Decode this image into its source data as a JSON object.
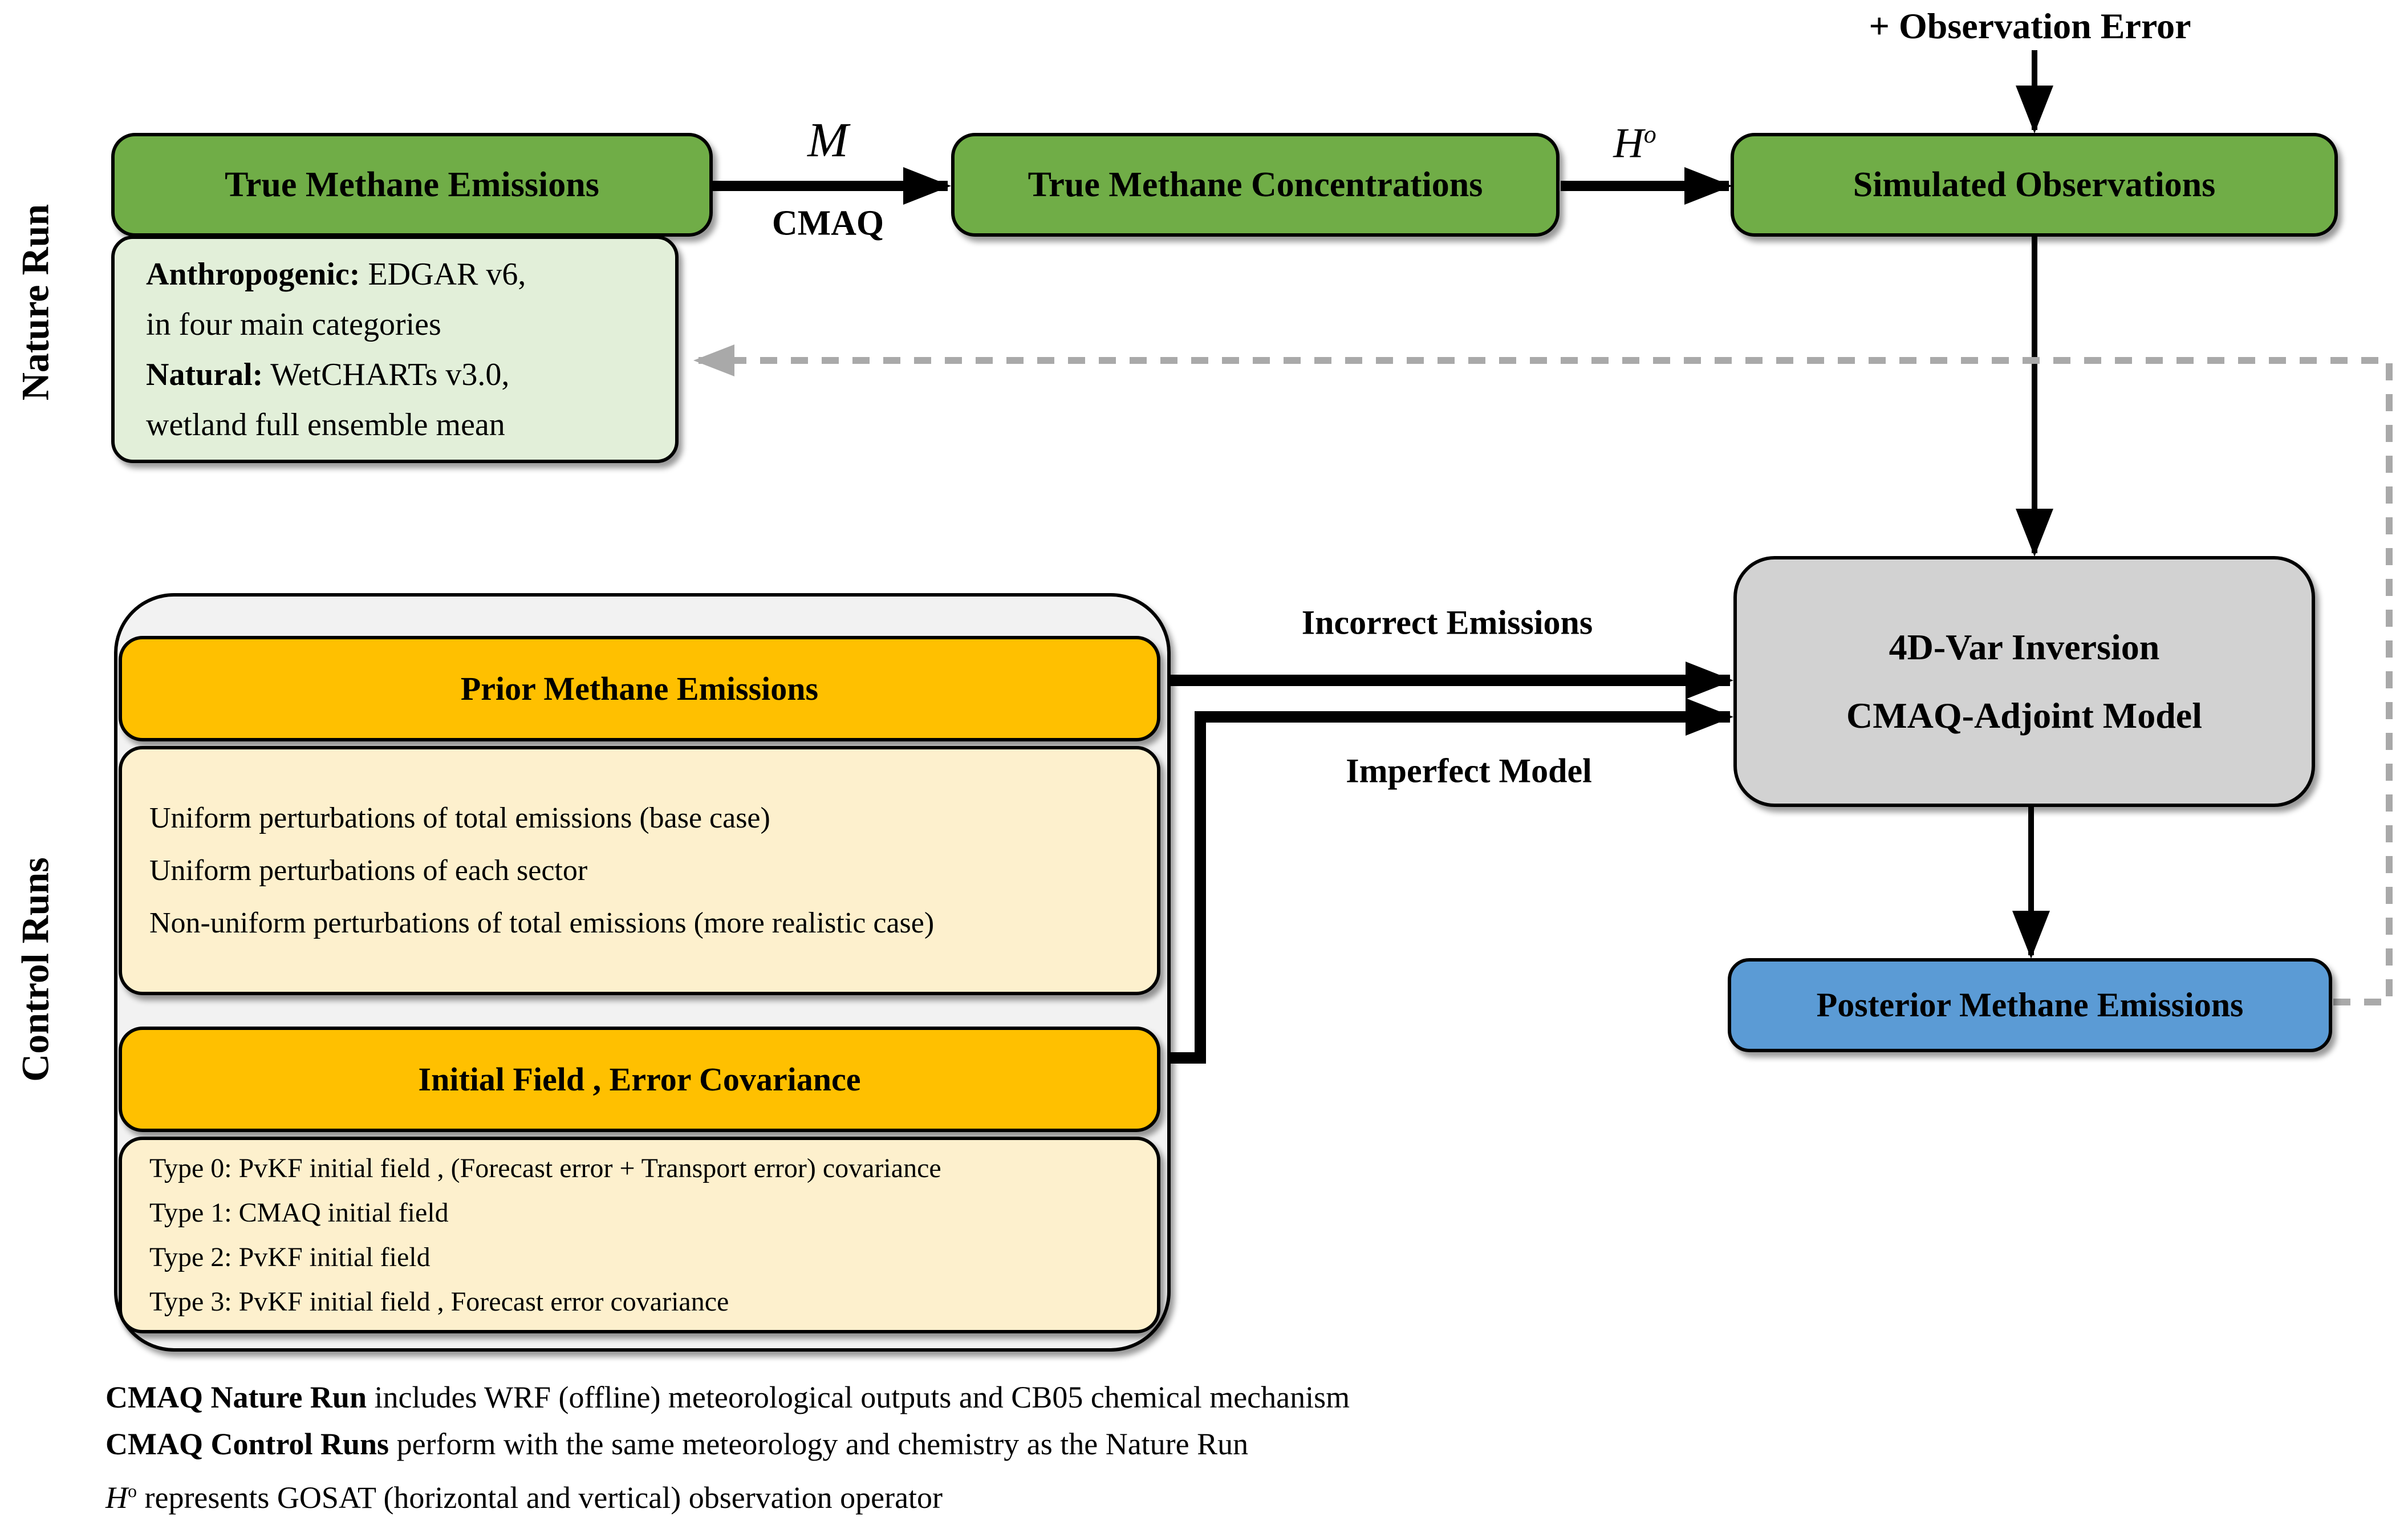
{
  "labels": {
    "nature_run": "Nature Run",
    "control_runs": "Control Runs"
  },
  "nodes": {
    "true_emissions": {
      "title": "True Methane Emissions"
    },
    "emissions_info": {
      "lines": [
        {
          "lead": "Anthropogenic:",
          "rest": " EDGAR v6,"
        },
        {
          "lead": "",
          "rest": "in four main categories"
        },
        {
          "lead": "Natural:",
          "rest": " WetCHARTs v3.0,"
        },
        {
          "lead": "",
          "rest": "wetland full ensemble mean"
        }
      ]
    },
    "true_concentrations": {
      "title": "True Methane Concentrations"
    },
    "simulated_observations": {
      "title": "Simulated Observations"
    },
    "inversion": {
      "line1": "4D-Var Inversion",
      "line2": "CMAQ-Adjoint Model"
    },
    "posterior": {
      "title": "Posterior Methane Emissions"
    },
    "prior": {
      "header": "Prior Methane Emissions",
      "items": [
        "Uniform perturbations of total emissions (base case)",
        "Uniform perturbations of each sector",
        "Non-uniform perturbations of total emissions (more realistic case)"
      ]
    },
    "initial_field": {
      "header": "Initial Field , Error Covariance",
      "items": [
        "Type 0: PvKF initial field , (Forecast error + Transport error) covariance",
        "Type 1: CMAQ initial field",
        "Type 2: PvKF initial field",
        "Type 3: PvKF initial field , Forecast error covariance"
      ]
    }
  },
  "edges": {
    "m_label": "M",
    "cmaq_label": "CMAQ",
    "h_operator_base": "H",
    "h_operator_sup": "o",
    "observation_error": "+ Observation Error",
    "incorrect_emissions": "Incorrect Emissions",
    "imperfect_model": "Imperfect Model"
  },
  "notes": [
    {
      "lead": "CMAQ Nature Run",
      "rest": " includes WRF (offline) meteorological outputs and CB05 chemical mechanism"
    },
    {
      "lead": "CMAQ Control Runs",
      "rest": " perform with the same meteorology and chemistry as the Nature Run"
    },
    {
      "lead_italic": "H",
      "lead_sup": "o",
      "rest": " represents GOSAT (horizontal and vertical) observation operator"
    }
  ],
  "colors": {
    "green": "#70ad47",
    "light_green": "#e2efd9",
    "orange": "#ffc000",
    "cream": "#fdf0cd",
    "container": "#f2f2f2",
    "gray_box": "#d2d2d2",
    "blue": "#5b9bd5",
    "dashed_gray": "#a9a9a9",
    "arrow_black": "#000000"
  }
}
